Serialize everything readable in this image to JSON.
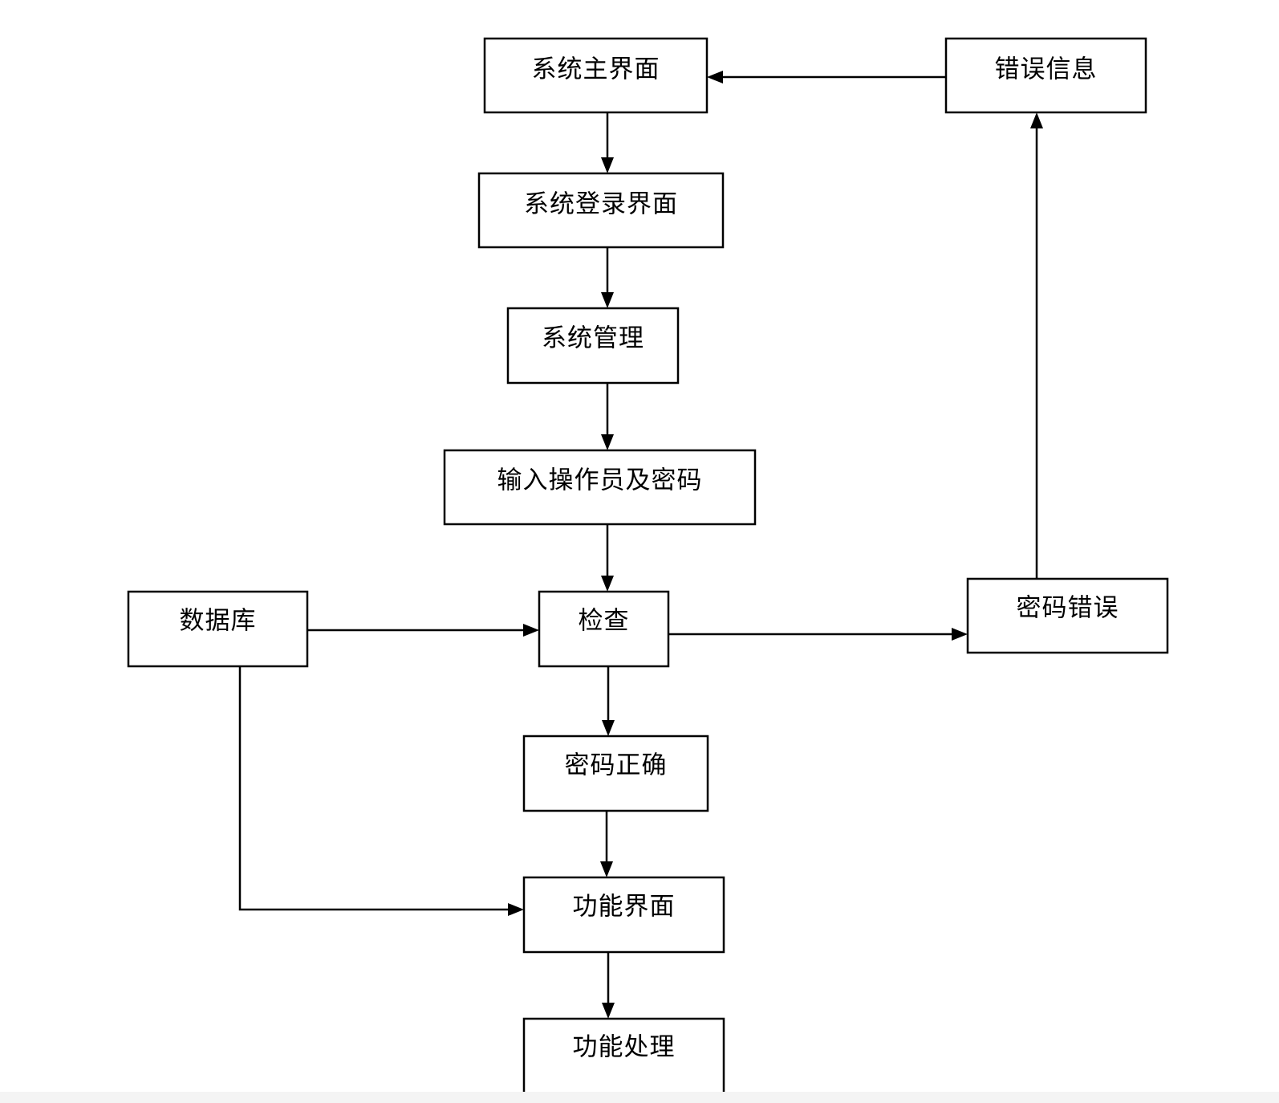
{
  "diagram": {
    "type": "flowchart",
    "nodes": [
      {
        "id": "main",
        "label": "系统主界面"
      },
      {
        "id": "error_info",
        "label": "错误信息"
      },
      {
        "id": "login",
        "label": "系统登录界面"
      },
      {
        "id": "sys_manage",
        "label": "系统管理"
      },
      {
        "id": "input",
        "label": "输入操作员及密码"
      },
      {
        "id": "database",
        "label": "数据库"
      },
      {
        "id": "check",
        "label": "检查"
      },
      {
        "id": "pwd_wrong",
        "label": "密码错误"
      },
      {
        "id": "pwd_right",
        "label": "密码正确"
      },
      {
        "id": "func_ui",
        "label": "功能界面"
      },
      {
        "id": "func_proc",
        "label": "功能处理"
      }
    ],
    "edges": [
      {
        "from": "main",
        "to": "login"
      },
      {
        "from": "login",
        "to": "sys_manage"
      },
      {
        "from": "sys_manage",
        "to": "input"
      },
      {
        "from": "input",
        "to": "check"
      },
      {
        "from": "database",
        "to": "check"
      },
      {
        "from": "check",
        "to": "pwd_wrong"
      },
      {
        "from": "pwd_wrong",
        "to": "error_info"
      },
      {
        "from": "error_info",
        "to": "main"
      },
      {
        "from": "check",
        "to": "pwd_right"
      },
      {
        "from": "pwd_right",
        "to": "func_ui"
      },
      {
        "from": "database",
        "to": "func_ui"
      },
      {
        "from": "func_ui",
        "to": "func_proc"
      }
    ],
    "colors": {
      "stroke": "#000000",
      "background": "#ffffff",
      "text": "#000000"
    }
  }
}
